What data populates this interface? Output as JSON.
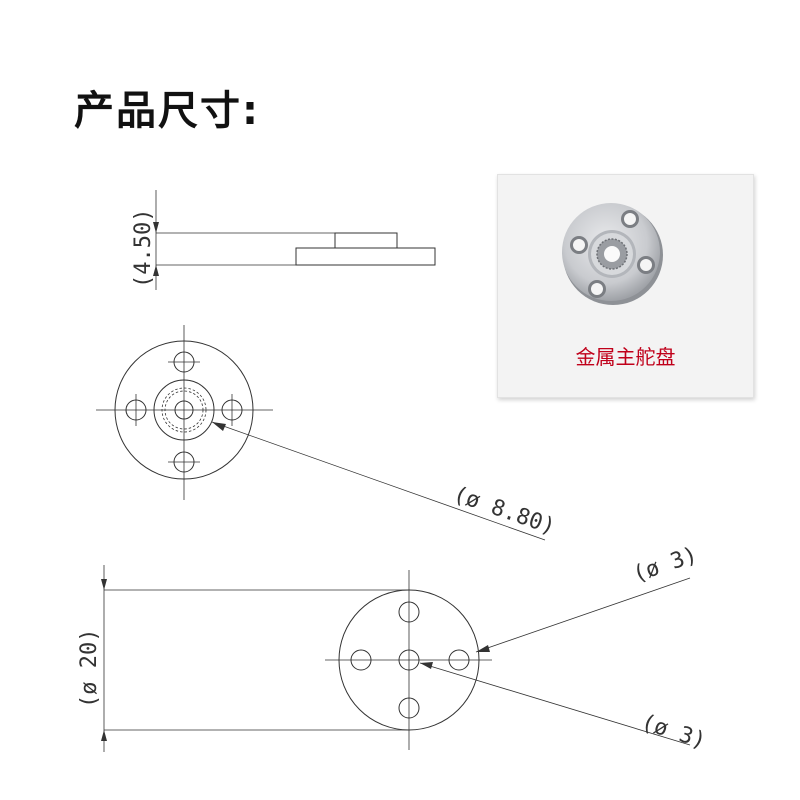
{
  "title": "产品尺寸:",
  "photo": {
    "caption": "金属主舵盘",
    "caption_color": "#c0001a",
    "icon": "metal-servo-horn-image"
  },
  "dimensions": {
    "thickness": "(4.50)",
    "spline_diameter": "(ø 8.80)",
    "outer_diameter": "(ø 20)",
    "hole_diameter_1": "(ø 3)",
    "hole_diameter_2": "(ø 3)"
  },
  "views": [
    "side-view",
    "top-view-small",
    "top-view-large"
  ]
}
